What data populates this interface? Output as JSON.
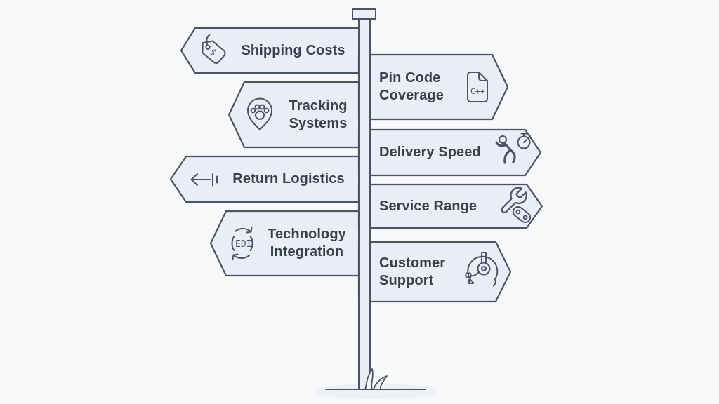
{
  "diagram": {
    "type": "signpost-infographic",
    "signs": [
      {
        "label": "Shipping Costs",
        "side": "left",
        "icon": "price-tag"
      },
      {
        "label": "Pin Code Coverage",
        "side": "right",
        "icon": "cpp-file"
      },
      {
        "label": "Tracking Systems",
        "side": "left",
        "icon": "paw-tracking-pin"
      },
      {
        "label": "Delivery Speed",
        "side": "right",
        "icon": "runner-stopwatch"
      },
      {
        "label": "Return Logistics",
        "side": "left",
        "icon": "return-arrow"
      },
      {
        "label": "Service Range",
        "side": "right",
        "icon": "repair-tools"
      },
      {
        "label": "Technology Integration",
        "side": "left",
        "icon": "edi-sync"
      },
      {
        "label": "Customer Support",
        "side": "right",
        "icon": "support-headset"
      }
    ],
    "icon_labels": {
      "price_tag": "$",
      "cpp_file": "C++",
      "edi_sync": "EDI"
    },
    "colors": {
      "background": "#f7f8fa",
      "sign_fill": "#e8edf8",
      "outline": "#4d5461",
      "label_text": "#3a404b",
      "ground_shadow": "#edf0f5"
    }
  }
}
